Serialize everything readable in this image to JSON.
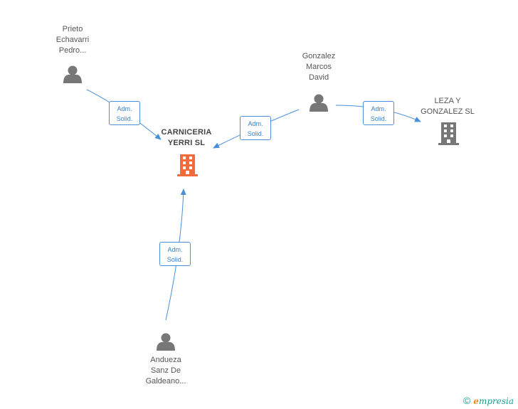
{
  "colors": {
    "edge": "#4a90d9",
    "person": "#777777",
    "company_main": "#f26b38",
    "company": "#777777"
  },
  "nodes": {
    "prieto": {
      "lines": [
        "Prieto",
        "Echavarri",
        "Pedro..."
      ],
      "icon": "person-icon"
    },
    "gonzalez": {
      "lines": [
        "Gonzalez",
        "Marcos",
        "David"
      ],
      "icon": "person-icon"
    },
    "carniceria": {
      "lines": [
        "CARNICERIA",
        "YERRI SL"
      ],
      "icon": "building-icon"
    },
    "leza": {
      "lines": [
        "LEZA Y",
        "GONZALEZ SL"
      ],
      "icon": "building-icon"
    },
    "andueza": {
      "lines": [
        "Andueza",
        "Sanz De",
        "Galdeano..."
      ],
      "icon": "person-icon"
    }
  },
  "edges": {
    "e1": {
      "line1": "Adm.",
      "line2": "Solid."
    },
    "e2": {
      "line1": "Adm.",
      "line2": "Solid."
    },
    "e3": {
      "line1": "Adm.",
      "line2": "Solid."
    },
    "e4": {
      "line1": "Adm.",
      "line2": "Solid."
    }
  },
  "footer": {
    "copyright": "©",
    "brand_initial": "e",
    "brand_rest": "mpresia"
  }
}
